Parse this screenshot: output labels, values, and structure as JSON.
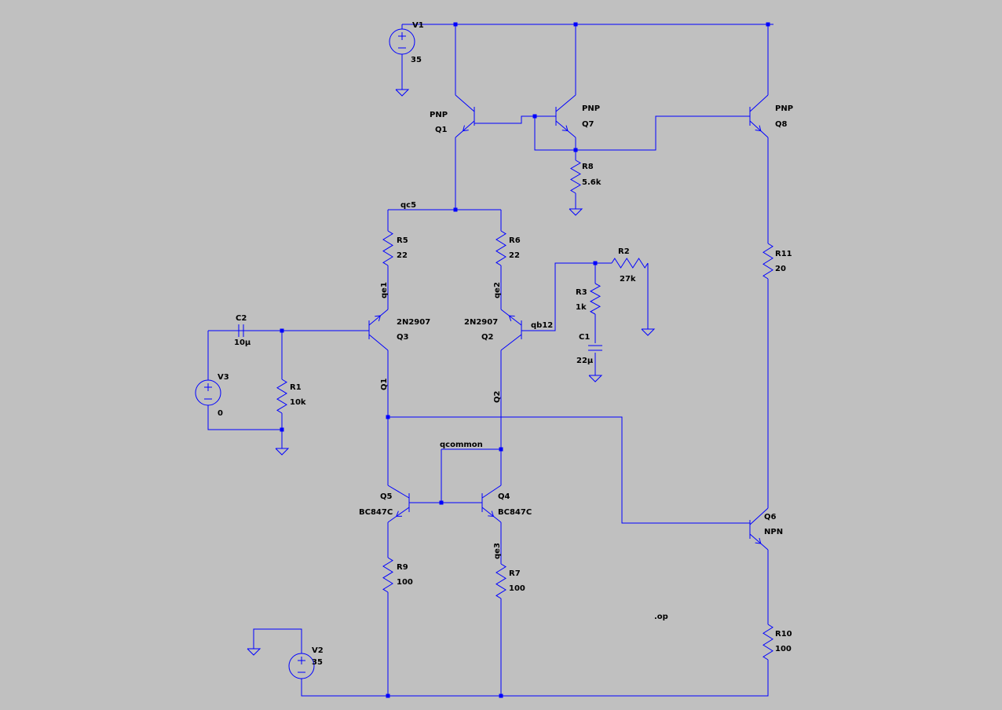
{
  "colors": {
    "background": "#c0c0c0",
    "wire": "#0000ff",
    "text": "#000000"
  },
  "net_labels": {
    "qc5": "qc5",
    "qe1": "qe1",
    "qe2": "qe2",
    "qb12": "qb12",
    "q1": "Q1",
    "q2": "Q2",
    "qcommon": "qcommon",
    "qe3": "qe3"
  },
  "sources": {
    "v1": {
      "name": "V1",
      "value": "35"
    },
    "v2": {
      "name": "V2",
      "value": "35"
    },
    "v3": {
      "name": "V3",
      "value": "0"
    }
  },
  "transistors": {
    "q1": {
      "name": "Q1",
      "model": "PNP"
    },
    "q7": {
      "name": "Q7",
      "model": "PNP"
    },
    "q8": {
      "name": "Q8",
      "model": "PNP"
    },
    "q3": {
      "name": "Q3",
      "model": "2N2907"
    },
    "q2": {
      "name": "Q2",
      "model": "2N2907"
    },
    "q5": {
      "name": "Q5",
      "model": "BC847C"
    },
    "q4": {
      "name": "Q4",
      "model": "BC847C"
    },
    "q6": {
      "name": "Q6",
      "model": "NPN"
    }
  },
  "resistors": {
    "r1": {
      "name": "R1",
      "value": "10k"
    },
    "r2": {
      "name": "R2",
      "value": "27k"
    },
    "r3": {
      "name": "R3",
      "value": "1k"
    },
    "r5": {
      "name": "R5",
      "value": "22"
    },
    "r6": {
      "name": "R6",
      "value": "22"
    },
    "r7": {
      "name": "R7",
      "value": "100"
    },
    "r8": {
      "name": "R8",
      "value": "5.6k"
    },
    "r9": {
      "name": "R9",
      "value": "100"
    },
    "r10": {
      "name": "R10",
      "value": "100"
    },
    "r11": {
      "name": "R11",
      "value": "20"
    }
  },
  "capacitors": {
    "c1": {
      "name": "C1",
      "value": "22µ"
    },
    "c2": {
      "name": "C2",
      "value": "10µ"
    }
  },
  "directive": ".op"
}
